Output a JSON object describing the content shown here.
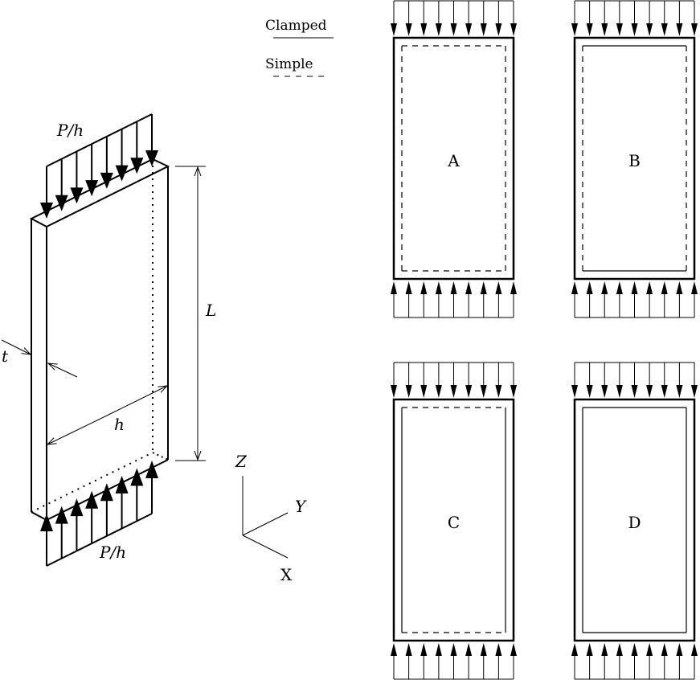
{
  "plate": {
    "load_top_label": "P/h",
    "load_bottom_label": "P/h",
    "length_label": "L",
    "width_label": "h",
    "thickness_label": "t"
  },
  "axes": {
    "z_label": "Z",
    "y_label": "Y",
    "x_label": "X"
  },
  "legend": {
    "clamped_label": "Clamped",
    "simple_label": "Simple"
  },
  "panels": [
    {
      "label": "A",
      "top": "simple",
      "bottom": "simple",
      "left": "simple",
      "right": "simple"
    },
    {
      "label": "B",
      "top": "clamped",
      "bottom": "clamped",
      "left": "simple",
      "right": "simple"
    },
    {
      "label": "C",
      "top": "simple",
      "bottom": "simple",
      "left": "clamped",
      "right": "clamped"
    },
    {
      "label": "D",
      "top": "clamped",
      "bottom": "clamped",
      "left": "clamped",
      "right": "clamped"
    }
  ],
  "colors": {
    "ink": "#000000",
    "background": "#ffffff"
  }
}
